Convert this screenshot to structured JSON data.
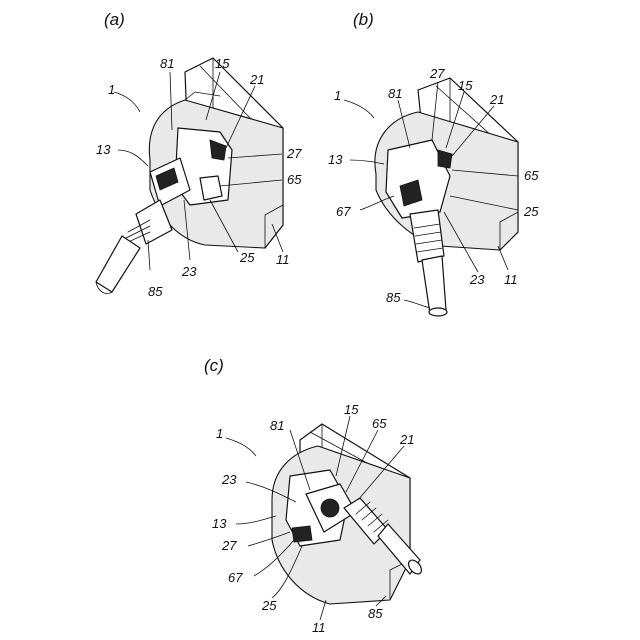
{
  "figure": {
    "panels": [
      {
        "id": "a",
        "label": "(a)",
        "refs": [
          "1",
          "81",
          "15",
          "21",
          "13",
          "27",
          "65",
          "23",
          "25",
          "11",
          "85"
        ]
      },
      {
        "id": "b",
        "label": "(b)",
        "refs": [
          "1",
          "81",
          "27",
          "15",
          "21",
          "13",
          "65",
          "67",
          "25",
          "23",
          "11",
          "85"
        ]
      },
      {
        "id": "c",
        "label": "(c)",
        "refs": [
          "1",
          "81",
          "15",
          "65",
          "21",
          "23",
          "13",
          "27",
          "67",
          "25",
          "11",
          "85"
        ]
      }
    ]
  }
}
